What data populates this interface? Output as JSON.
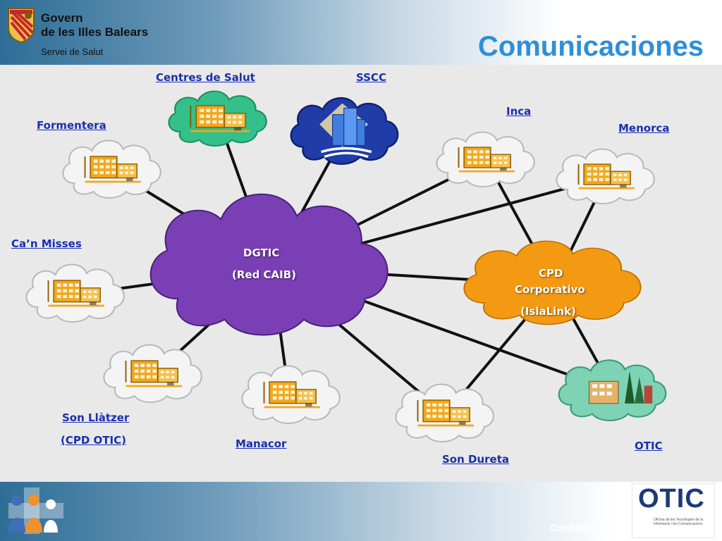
{
  "header": {
    "org_line1": "Govern",
    "org_line2": "de les Illes Balears",
    "org_sub": "Servei de Salut",
    "title": "Comunicaciones"
  },
  "nodes": {
    "centres_de_salut": "Centres de Salut",
    "sscc": "SSCC",
    "inca": "Inca",
    "formentera": "Formentera",
    "menorca": "Menorca",
    "can_misses": "Ca’n Misses",
    "son_llatzer_1": "Son Llàtzer",
    "son_llatzer_2": "(CPD OTIC)",
    "manacor": "Manacor",
    "son_dureta": "Son Dureta",
    "otic": "OTIC"
  },
  "hubs": {
    "dgtic_1": "DGTIC",
    "dgtic_2": "(Red CAIB)",
    "cpd_1": "CPD",
    "cpd_2": "Corporativo",
    "cpd_3": "(IslaLink)"
  },
  "footer": {
    "confidencial": "Confidencial",
    "otic_logo": "OTIC",
    "otic_tagline": "Oficina de les Tecnologies de la Informació i les Comunicacions"
  },
  "colors": {
    "title_blue": "#2e8fd8",
    "label_blue": "#1b2fb0",
    "dgtic_purple": "#7b3fb5",
    "cpd_orange": "#f49a12",
    "centres_green": "#33c08a",
    "sscc_blue": "#1f3ca8",
    "otic_teal": "#7ed3b4"
  },
  "icons": {
    "header_logo": "coat-of-arms-icon",
    "building": "building-icon",
    "sscc": "office-tower-icon",
    "otic": "trees-building-icon",
    "people": "family-icon"
  }
}
